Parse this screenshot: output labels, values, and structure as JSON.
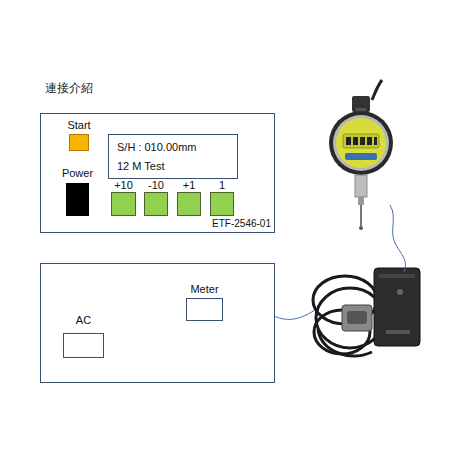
{
  "diagram": {
    "title": "連接介紹",
    "nodes": [
      {
        "text": [
          "ETF-2546-01"
        ]
      },
      {
        "text": [
          "Start"
        ],
        "in": 0
      },
      {
        "text": [
          "Power"
        ],
        "in": 0
      },
      {
        "text": [
          "S/H : 010.00mm",
          "12 M Test"
        ],
        "in": 0
      },
      {
        "text": [
          "+10"
        ],
        "in": 0
      },
      {
        "text": [
          "-10"
        ],
        "in": 0
      },
      {
        "text": [
          "+1"
        ],
        "in": 0
      },
      {
        "text": [
          "1"
        ],
        "in": 0
      },
      {
        "text": []
      },
      {
        "text": [
          "AC"
        ],
        "in": 8
      },
      {
        "text": [
          "Meter"
        ],
        "in": 8
      }
    ]
  }
}
